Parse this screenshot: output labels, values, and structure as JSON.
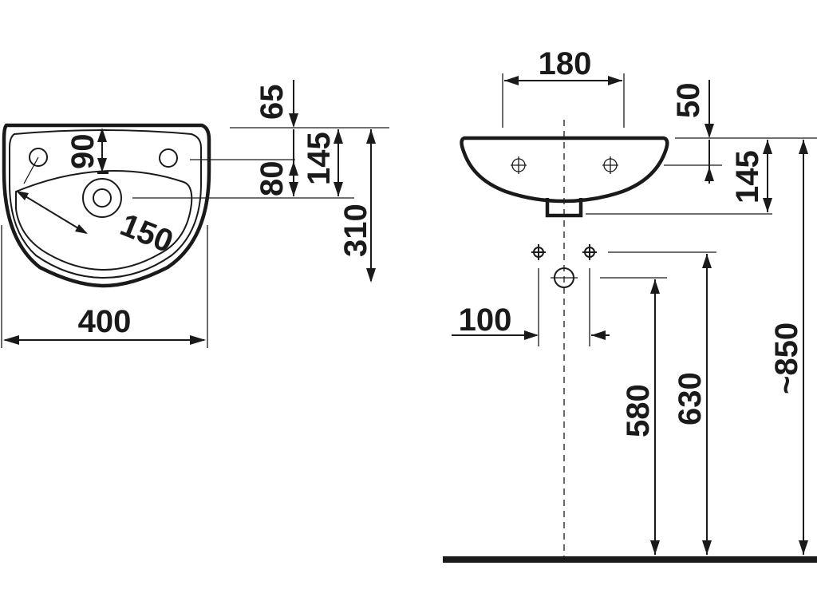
{
  "drawing": {
    "colors": {
      "line": "#1a1a1a",
      "background": "#ffffff"
    },
    "top_view": {
      "width_label": "400",
      "radius_label": "150",
      "tap_offset_label": "90",
      "top_margin_label": "65",
      "hole_offset_label": "80",
      "overflow_label": "145",
      "depth_label": "310"
    },
    "side_view": {
      "spacing_top_label": "180",
      "rim_label": "50",
      "bowl_depth_label": "145",
      "waste_spacing_label": "100",
      "waste_height_label": "580",
      "supply_height_label": "630",
      "rim_height_label": "~850"
    }
  }
}
